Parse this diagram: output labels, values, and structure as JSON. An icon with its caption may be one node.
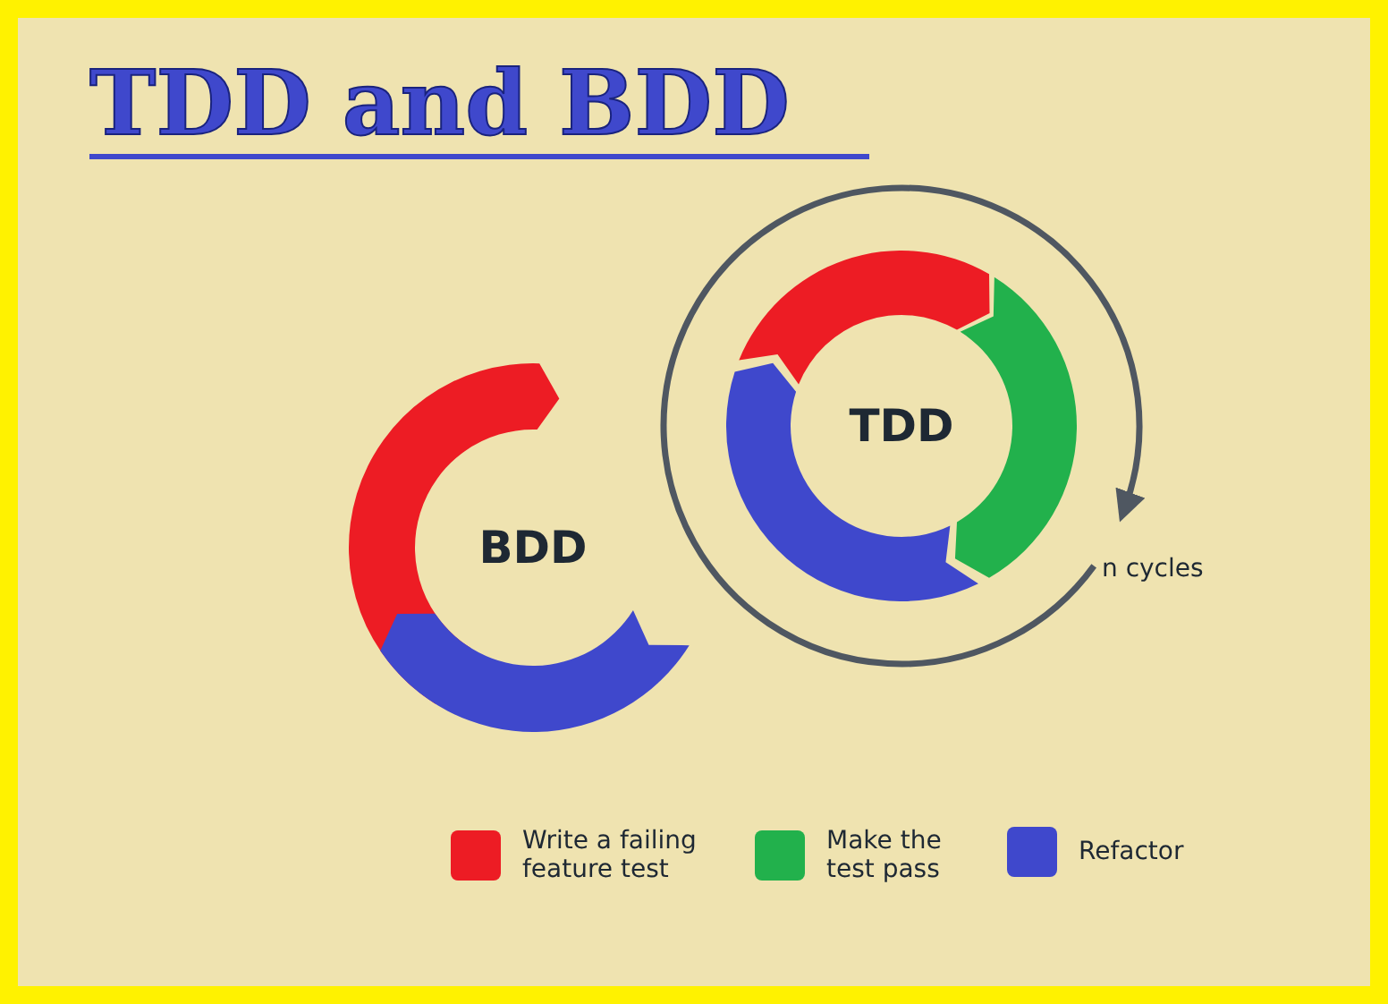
{
  "diagram": {
    "title": "TDD and BDD",
    "nodes": [
      {
        "text": [
          "BDD"
        ]
      },
      {
        "text": [
          "TDD"
        ]
      }
    ],
    "edges": [],
    "labels": [
      "n cycles"
    ],
    "legend": [
      {
        "text": "Write a failing feature test",
        "color": "#ed1c24"
      },
      {
        "text": "Make the test pass",
        "color": "#22b14c"
      },
      {
        "text": "Refactor",
        "color": "#3f48cc"
      }
    ]
  }
}
